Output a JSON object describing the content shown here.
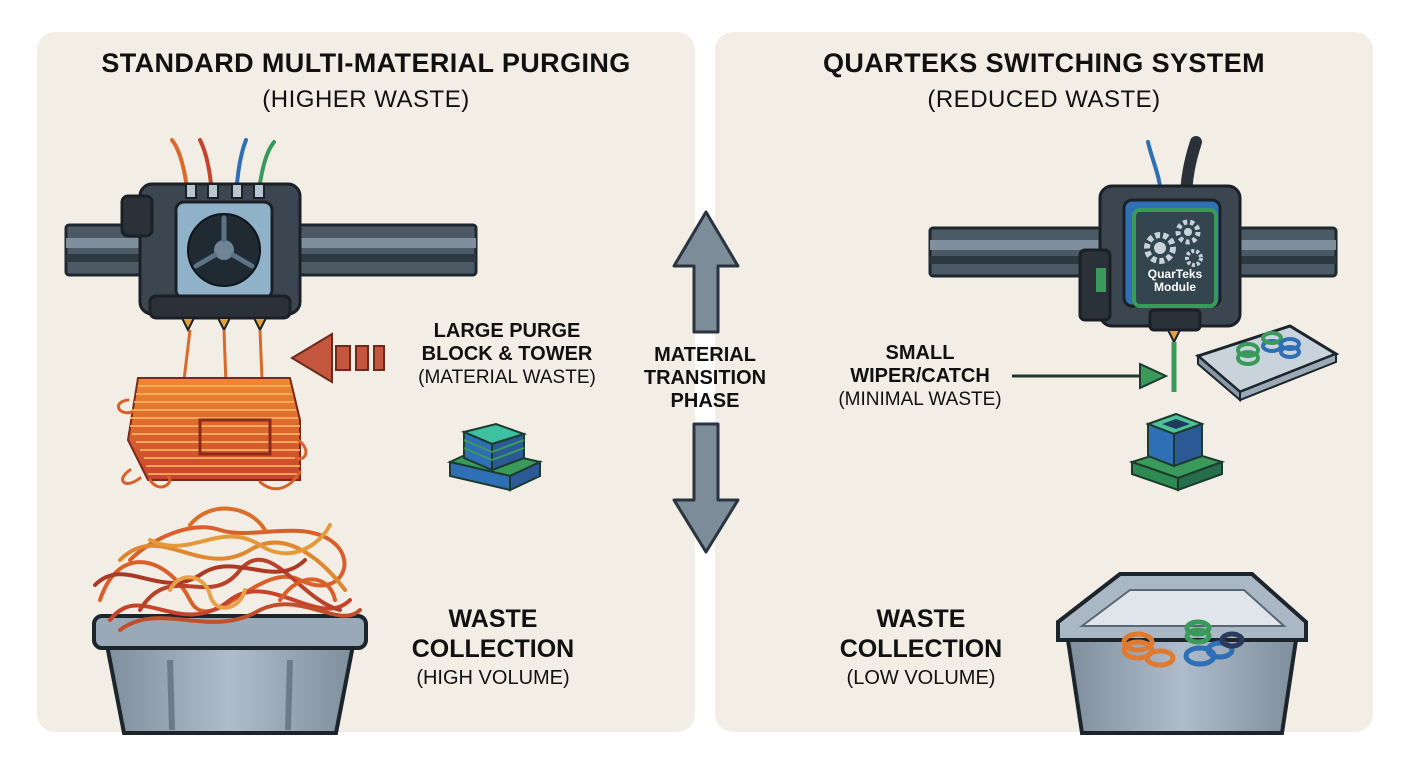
{
  "left_panel": {
    "title": "STANDARD MULTI-MATERIAL PURGING",
    "subtitle": "(HIGHER WASTE)",
    "purge_label": {
      "line1": "LARGE PURGE",
      "line2": "BLOCK & TOWER",
      "line3": "(MATERIAL WASTE)"
    },
    "waste_label": {
      "line1": "WASTE",
      "line2": "COLLECTION",
      "line3": "(HIGH VOLUME)"
    }
  },
  "right_panel": {
    "title": "QUARTEKS SWITCHING SYSTEM",
    "subtitle": "(REDUCED WASTE)",
    "module_label": {
      "line1": "QuarTeks",
      "line2": "Module"
    },
    "wiper_label": {
      "line1": "SMALL",
      "line2": "WIPER/CATCH",
      "line3": "(MINIMAL WASTE)"
    },
    "waste_label": {
      "line1": "WASTE",
      "line2": "COLLECTION",
      "line3": "(LOW VOLUME)"
    }
  },
  "center": {
    "line1": "MATERIAL",
    "line2": "TRANSITION",
    "line3": "PHASE"
  },
  "colors": {
    "panel_bg": "#f2eee6",
    "purge_orange": "#e0782c",
    "purge_red": "#c8432c",
    "accent_green": "#3a9a5c",
    "accent_blue": "#2f6fb5",
    "arrow_gray": "#7d8c99"
  }
}
